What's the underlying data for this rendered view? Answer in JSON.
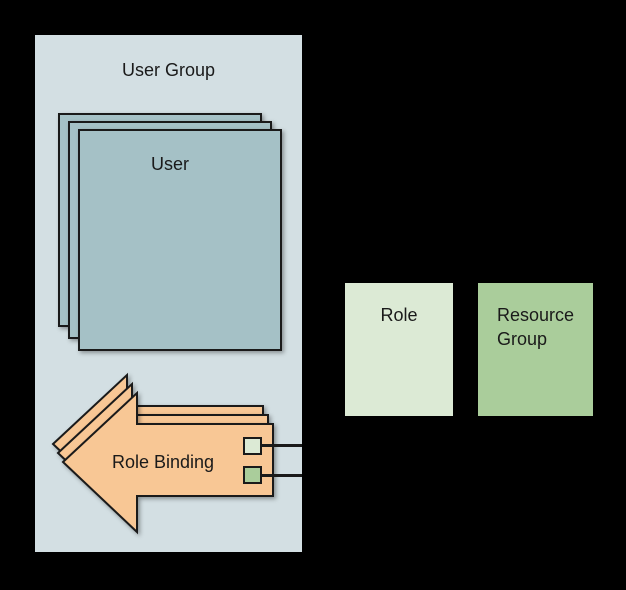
{
  "diagram": {
    "background": "#000000",
    "stroke_color": "#1a1a1a",
    "user_group": {
      "title": "User Group",
      "fill": "#d3dfe3"
    },
    "user_stack": {
      "label": "User",
      "fill": "#a5c1c6",
      "copies": 3
    },
    "role_binding": {
      "label": "Role Binding",
      "fill": "#f8c795",
      "copies": 3,
      "swatches": [
        {
          "name": "role-reference",
          "fill": "#dcead5"
        },
        {
          "name": "resource-group-reference",
          "fill": "#aacd9b"
        }
      ]
    },
    "role_box": {
      "label": "Role",
      "fill": "#dcead5"
    },
    "resource_group_box": {
      "label": "Resource Group",
      "line1": "Resource",
      "line2": "Group",
      "fill": "#aacd9b"
    }
  }
}
